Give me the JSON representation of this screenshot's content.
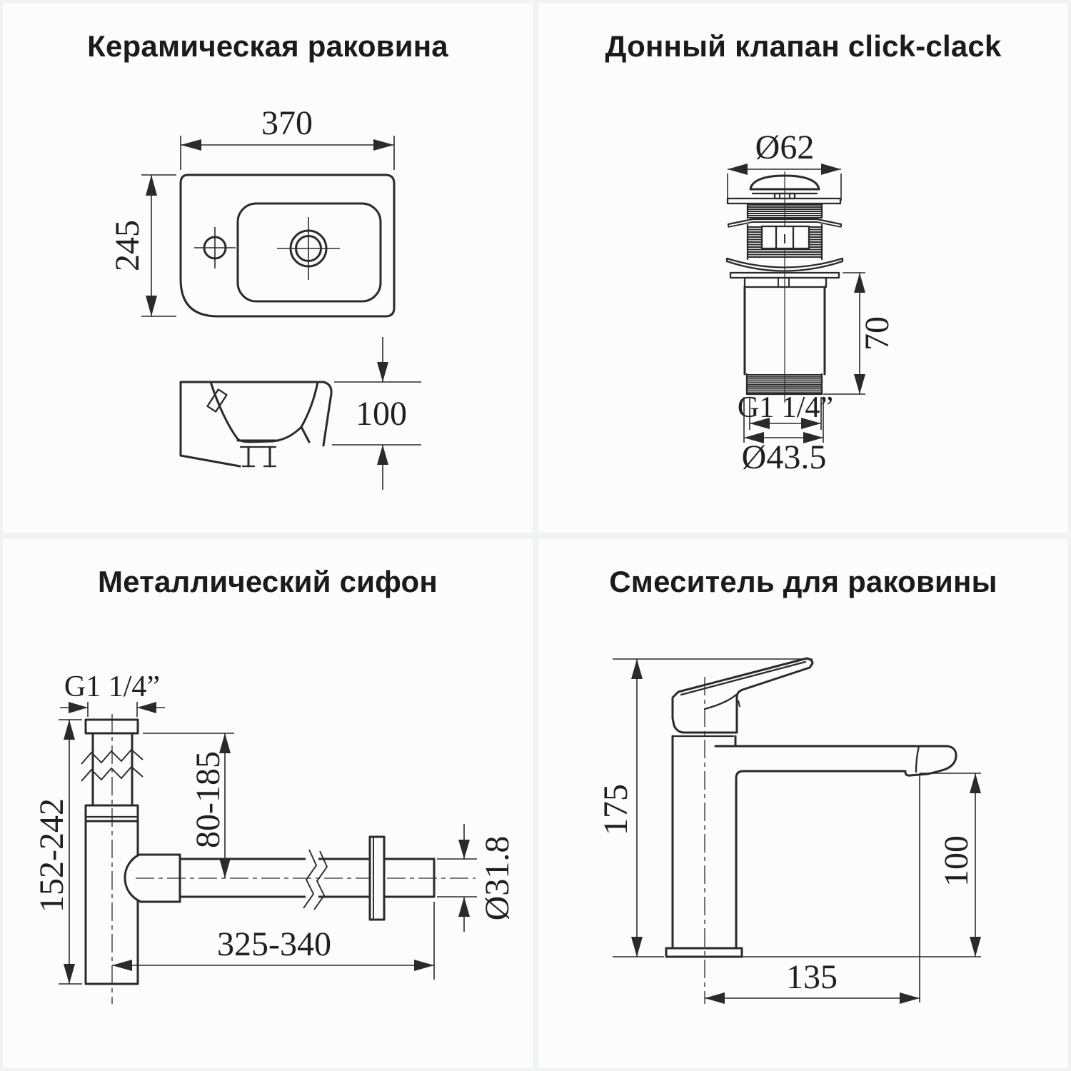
{
  "colors": {
    "page_background": "#f1f2f2",
    "panel_background": "#fcfcfc",
    "line": "#2a2a2a",
    "text": "#1b1b1b"
  },
  "panels": [
    {
      "id": "ceramic-sink",
      "title": "Керамическая раковина",
      "dims": {
        "width": "370",
        "depth": "245",
        "height": "100"
      }
    },
    {
      "id": "click-clack-valve",
      "title": "Донный клапан click-clack",
      "dims": {
        "cap_diameter": "Ø62",
        "body_height": "70",
        "thread": "G1 1/4”",
        "outlet_diameter": "Ø43.5"
      }
    },
    {
      "id": "metal-siphon",
      "title": "Металлический сифон",
      "dims": {
        "thread": "G1 1/4”",
        "height_range": "152-242",
        "outlet_height_range": "80-185",
        "pipe_diameter": "Ø31.8",
        "length_range": "325-340"
      }
    },
    {
      "id": "basin-faucet",
      "title": "Смеситель для раковины",
      "dims": {
        "height": "175",
        "spout_height": "100",
        "spout_reach": "135"
      }
    }
  ]
}
